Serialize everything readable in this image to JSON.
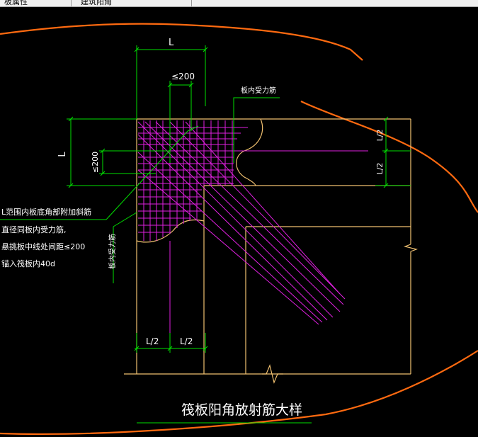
{
  "window": {
    "tabs": [
      {
        "label": "板属性"
      },
      {
        "label": "建筑阳角"
      }
    ]
  },
  "drawing": {
    "dim_L_top": "L",
    "dim_le200_top": "≤200",
    "dim_L_left": "L",
    "dim_le200_left": "≤200",
    "label_slab_rebar_top": "板内受力筋",
    "label_slab_rebar_side": "板内受力筋",
    "dim_half_right_1": "L/2",
    "dim_half_right_2": "L/2",
    "dim_half_bottom_1": "L/2",
    "dim_half_bottom_2": "L/2",
    "note_line1": "L范围内板底角部附加斜筋",
    "note_line2": "直径同板内受力筋,",
    "note_line3": "悬挑板中线处间距≤200",
    "note_line4": "锚入筏板内40d",
    "title": "筏板阳角放射筋大样"
  },
  "colors": {
    "background": "#000000",
    "dimension": "#00e000",
    "outline": "#f0c070",
    "rebar": "#e020e0",
    "text": "#ffffff",
    "boundary": "#ff6a10"
  }
}
